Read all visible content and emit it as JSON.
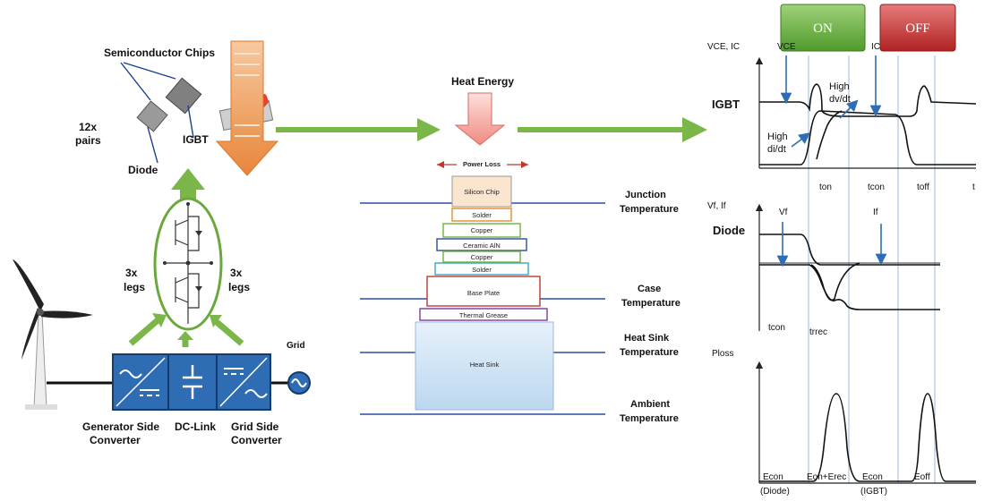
{
  "left": {
    "semiconductor_chips": "Semiconductor Chips",
    "pairs_12x_line1": "12x",
    "pairs_12x_line2": "pairs",
    "igbt": "IGBT",
    "diode": "Diode",
    "legs_left_line1": "3x",
    "legs_left_line2": "legs",
    "legs_right_line1": "3x",
    "legs_right_line2": "legs",
    "grid": "Grid",
    "gen_side_line1": "Generator Side",
    "gen_side_line2": "Converter",
    "dc_link": "DC-Link",
    "grid_side_line1": "Grid Side",
    "grid_side_line2": "Converter"
  },
  "middle": {
    "heat_energy": "Heat Energy",
    "power_loss": "Power Loss",
    "layers": [
      "Silicon Chip",
      "Solder",
      "Copper",
      "Ceramic AlN",
      "Copper",
      "Solder",
      "Base Plate",
      "Thermal Grease",
      "Heat Sink"
    ],
    "junction_line1": "Junction",
    "junction_line2": "Temperature",
    "case_line1": "Case",
    "case_line2": "Temperature",
    "heatsink_line1": "Heat Sink",
    "heatsink_line2": "Temperature",
    "ambient_line1": "Ambient",
    "ambient_line2": "Temperature"
  },
  "right": {
    "on": "ON",
    "off": "OFF",
    "vce_ic_axis": "VCE, IC",
    "vce": "VCE",
    "ic": "IC",
    "igbt": "IGBT",
    "high_dv_line1": "High",
    "high_dv_line2": "dv/dt",
    "high_di_line1": "High",
    "high_di_line2": "di/dt",
    "ton": "ton",
    "tcon": "tcon",
    "toff": "toff",
    "t": "t",
    "vf_if_axis": "Vf, If",
    "vf": "Vf",
    "if": "If",
    "diode": "Diode",
    "tcon2": "tcon",
    "trrec": "trrec",
    "ploss": "Ploss",
    "econ_diode_line1": "Econ",
    "econ_diode_line2": "(Diode)",
    "eon_erec": "Eon+Erec",
    "econ_igbt_line1": "Econ",
    "econ_igbt_line2": "(IGBT)",
    "eoff": "Eoff"
  }
}
